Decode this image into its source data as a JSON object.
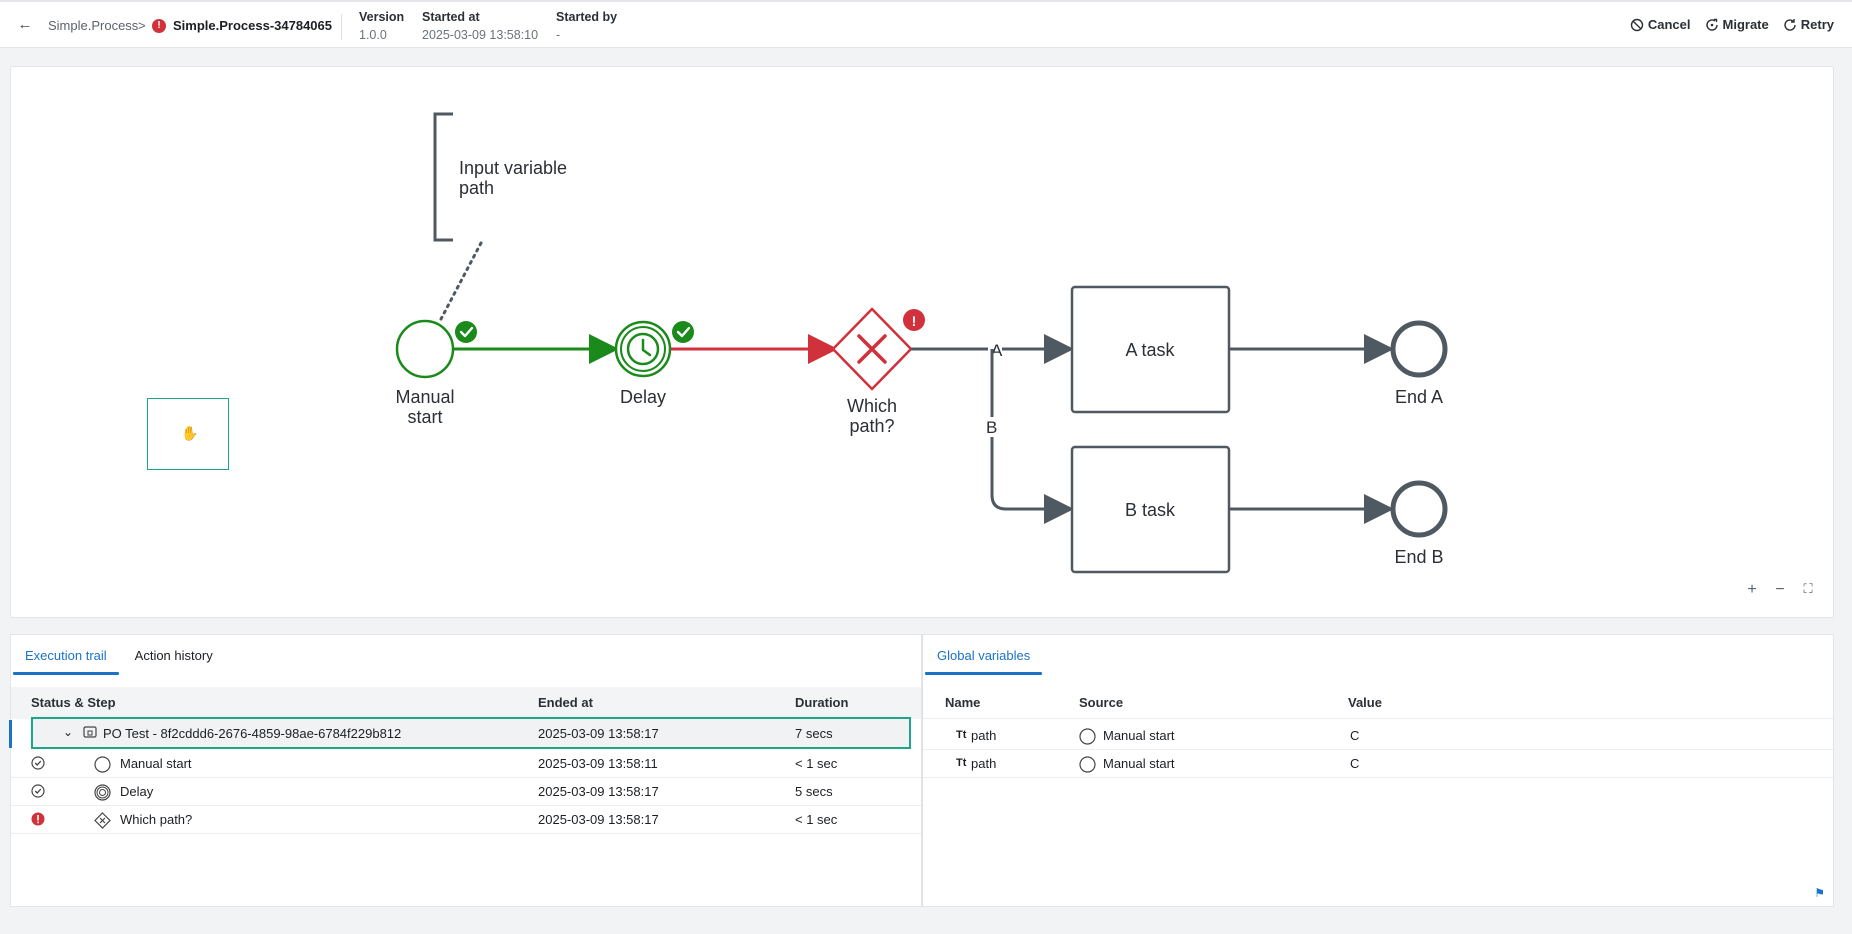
{
  "header": {
    "breadcrumb_parent": "Simple.Process",
    "breadcrumb_sep": ">",
    "process_name": "Simple.Process-34784065",
    "version_label": "Version",
    "version_value": "1.0.0",
    "started_at_label": "Started at",
    "started_at_value": "2025-03-09 13:58:10",
    "started_by_label": "Started by",
    "started_by_value": "-",
    "actions": {
      "cancel": "Cancel",
      "migrate": "Migrate",
      "retry": "Retry"
    }
  },
  "diagram": {
    "annotation_line1": "Input variable",
    "annotation_line2": "path",
    "nodes": {
      "manual_start_1": "Manual",
      "manual_start_2": "start",
      "delay": "Delay",
      "gateway_1": "Which",
      "gateway_2": "path?",
      "a_task": "A task",
      "b_task": "B task",
      "end_a": "End A",
      "end_b": "End B"
    },
    "edges": {
      "a": "A",
      "b": "B"
    },
    "zoom": {
      "in": "+",
      "out": "−",
      "fit": "⛶"
    }
  },
  "colors": {
    "success": "#1a8a1a",
    "error": "#d1313a",
    "neutral": "#4f5961",
    "accent": "#1a73c9",
    "selection": "#1ea787"
  },
  "execution": {
    "tabs": [
      "Execution trail",
      "Action history"
    ],
    "columns": [
      "Status & Step",
      "Ended at",
      "Duration"
    ],
    "root": {
      "name": "PO Test - 8f2cddd6-2676-4859-98ae-6784f229b812",
      "ended_at": "2025-03-09 13:58:17",
      "duration": "7 secs"
    },
    "rows": [
      {
        "step": "Manual start",
        "ended_at": "2025-03-09 13:58:11",
        "duration": "< 1 sec",
        "status": "success"
      },
      {
        "step": "Delay",
        "ended_at": "2025-03-09 13:58:17",
        "duration": "5 secs",
        "status": "success"
      },
      {
        "step": "Which path?",
        "ended_at": "2025-03-09 13:58:17",
        "duration": "< 1 sec",
        "status": "error"
      }
    ]
  },
  "variables": {
    "tab": "Global variables",
    "columns": [
      "Name",
      "Source",
      "Value"
    ],
    "type_icon_text": "Tt",
    "rows": [
      {
        "name": "path",
        "source": "Manual start",
        "value": "C"
      },
      {
        "name": "path",
        "source": "Manual start",
        "value": "C"
      }
    ]
  }
}
